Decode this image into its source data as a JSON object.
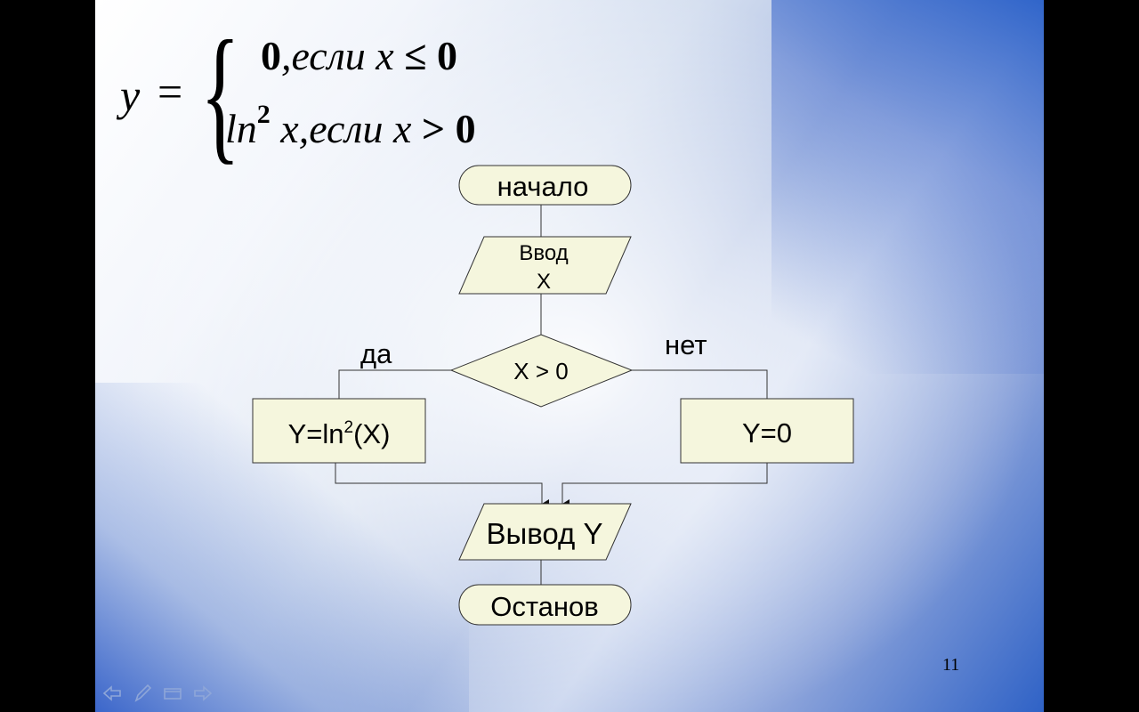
{
  "formula": {
    "lhs": "y",
    "eq": "=",
    "row1": {
      "val": "0",
      "sep": ",",
      "text": "если",
      "var": "x",
      "op": "≤",
      "rhs": "0"
    },
    "row2": {
      "func": "ln",
      "exp": "2",
      "var": "x",
      "sep": ",",
      "text": "если",
      "var2": "x",
      "op": ">",
      "rhs": "0"
    }
  },
  "flowchart": {
    "start": "начало",
    "input_line1": "Ввод",
    "input_line2": "X",
    "decision": "X > 0",
    "yes_label": "да",
    "no_label": "нет",
    "yes_action_base": "Y=ln",
    "yes_action_sup": "2",
    "yes_action_tail": "(X)",
    "no_action": "Y=0",
    "output": "Вывод Y",
    "end": "Останов"
  },
  "page_number": "11",
  "colors": {
    "shape_fill": "#f5f6dd",
    "stroke": "#333333"
  },
  "nav_icons": [
    "arrow-left-icon",
    "pen-icon",
    "menu-icon",
    "arrow-right-icon"
  ]
}
